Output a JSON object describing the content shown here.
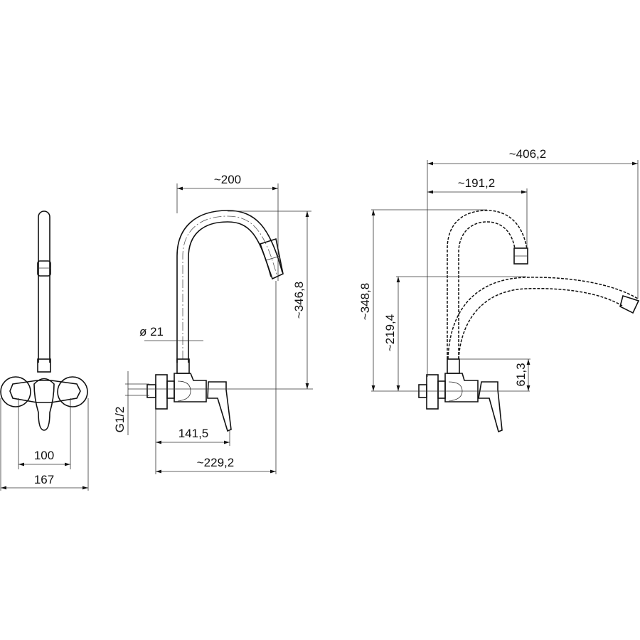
{
  "front_view": {
    "dim_holes": "100",
    "dim_width": "167"
  },
  "side_view": {
    "dim_reach": "~200",
    "dim_height": "~346,8",
    "dim_tube_diameter": "ø 21",
    "dim_thread": "G1/2",
    "dim_lever_depth": "141,5",
    "dim_total_depth": "~229,2"
  },
  "alt_view": {
    "dim_long_reach": "~406,2",
    "dim_short_reach": "~191,2",
    "dim_tall_height": "~348,8",
    "dim_low_height": "~219,4",
    "dim_body_height": "61,3"
  }
}
